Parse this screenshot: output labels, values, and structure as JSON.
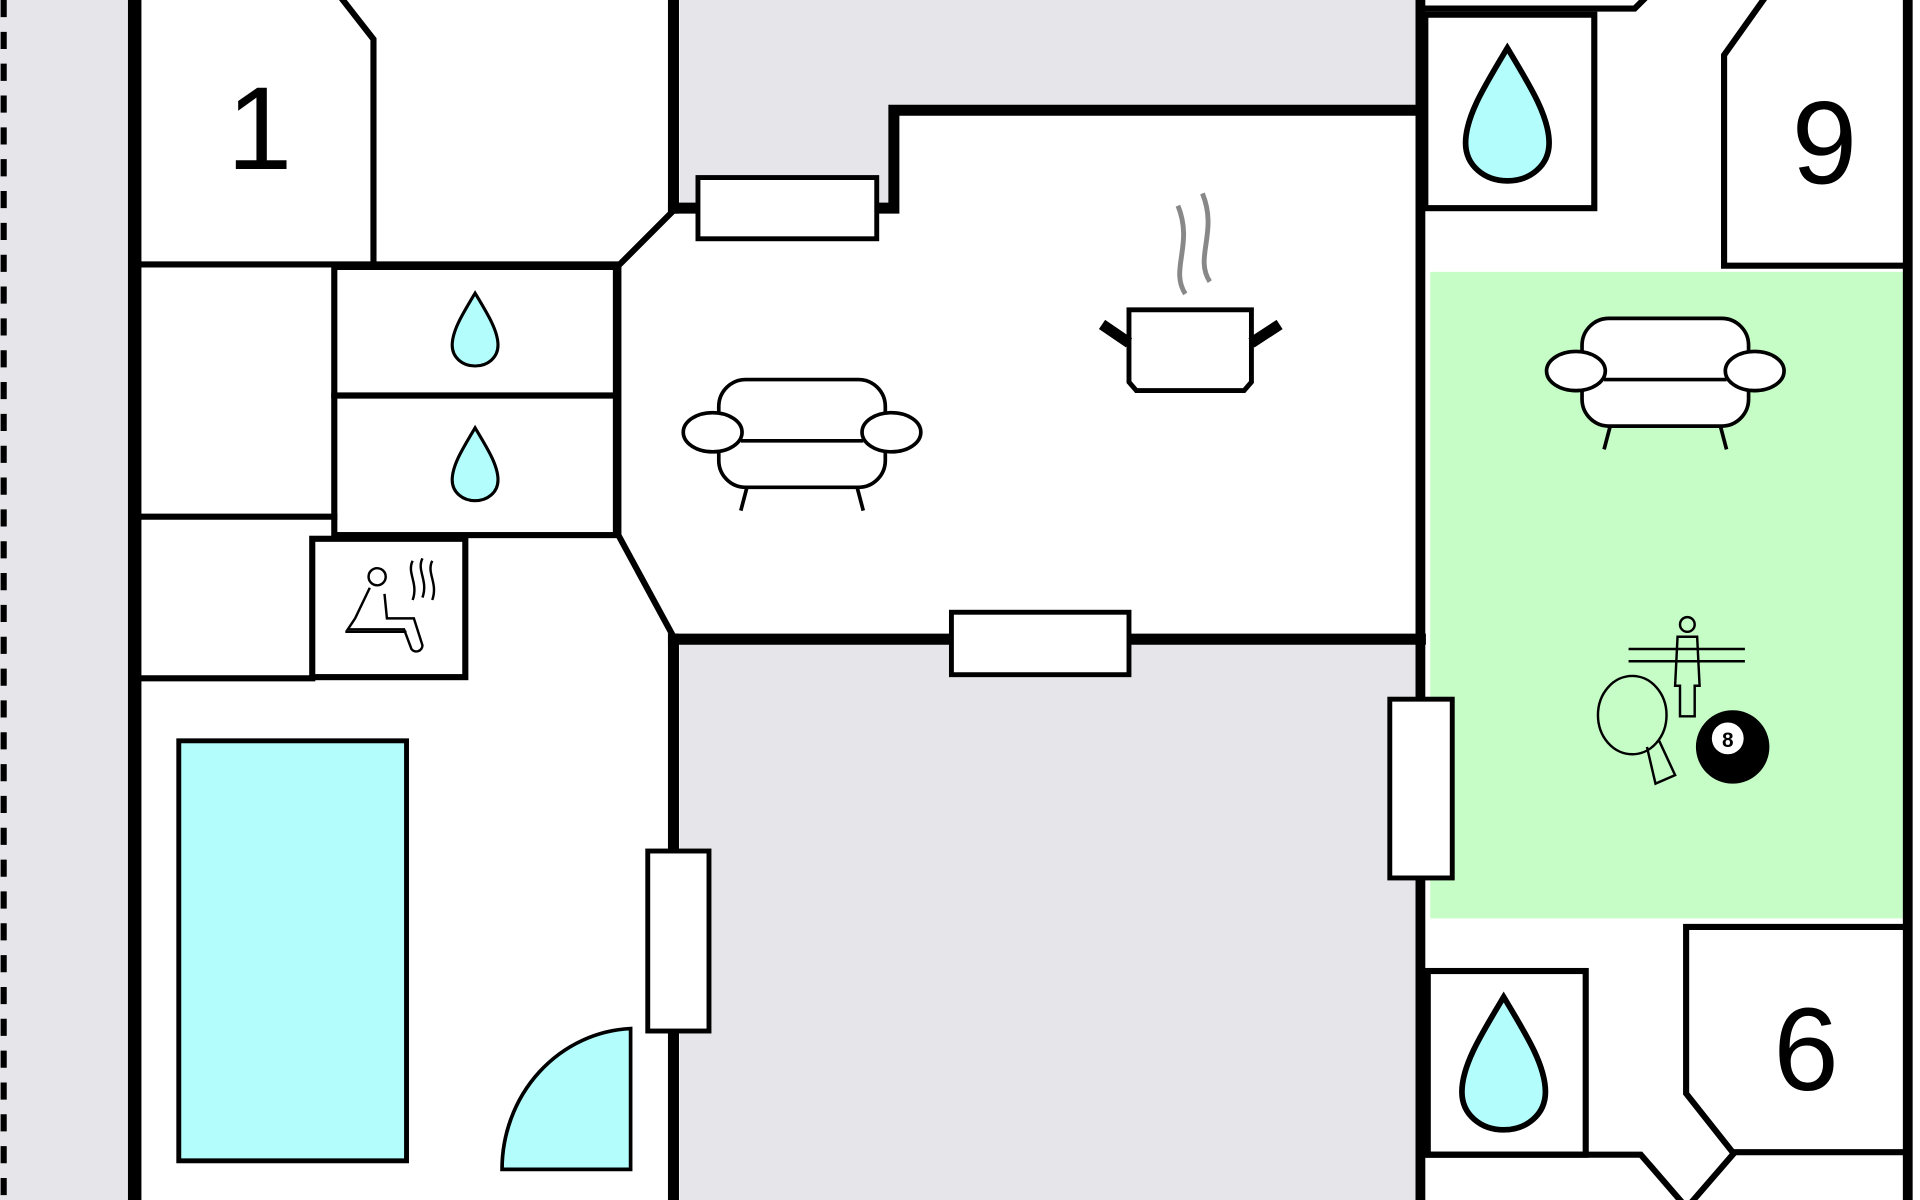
{
  "rooms": {
    "room_1": "1",
    "room_9": "9",
    "room_6": "6"
  },
  "icons": {
    "billiard_ball_number": "8",
    "list": [
      "water-drop-icon",
      "sofa-icon",
      "cooking-pot-icon",
      "sauna-icon",
      "pool",
      "door",
      "window",
      "table-tennis-icon",
      "foosball-icon",
      "billiard-ball-icon"
    ]
  },
  "colors": {
    "outside_gray": "#e6e6ea",
    "water": "#b3fdfd",
    "recreation_green": "#c6fcc6",
    "wall": "#000000"
  }
}
